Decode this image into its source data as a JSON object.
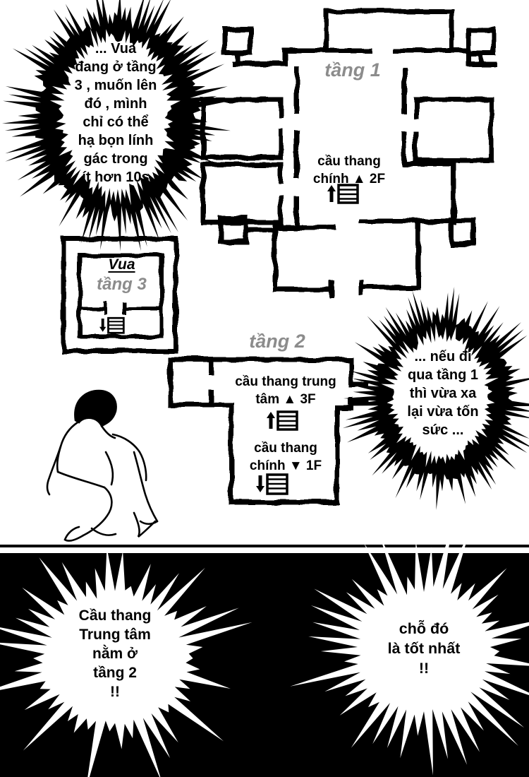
{
  "page": {
    "type": "manga-page",
    "background": "#ffffff",
    "bottom_panel_bg": "#000000"
  },
  "colors": {
    "ink": "#000000",
    "floor_label_gray": "#8c8c8c"
  },
  "maps": {
    "floor1": {
      "label": "tầng 1",
      "stairs_caption": "cầu thang\nchính ▲ 2F",
      "stairs_icon": "stairs-up-icon"
    },
    "floor2": {
      "label": "tầng 2",
      "central_stairs_caption": "cầu thang trung\ntâm ▲ 3F",
      "central_stairs_icon": "stairs-up-icon",
      "main_stairs_caption": "cầu thang\nchính ▼ 1F",
      "main_stairs_icon": "stairs-down-icon"
    },
    "floor3": {
      "label": "tầng 3",
      "room_label": "Vua",
      "stairs_icon": "stairs-down-icon"
    }
  },
  "speech": {
    "top_left_bubble": "... Vua\nđang ở tầng\n3 , muốn lên\nđó , mình\nchỉ có thể\nhạ bọn lính\ngác trong\nít hơn 10s",
    "right_bubble": "... nếu đi\nqua tầng 1\nthì vừa xa\nlại vừa tốn\nsức ...",
    "bottom_left_burst": "Cầu thang\nTrung tâm\nnằm ở\ntầng 2\n!!",
    "bottom_right_burst": "chỗ đó\nlà tốt nhất\n!!"
  }
}
